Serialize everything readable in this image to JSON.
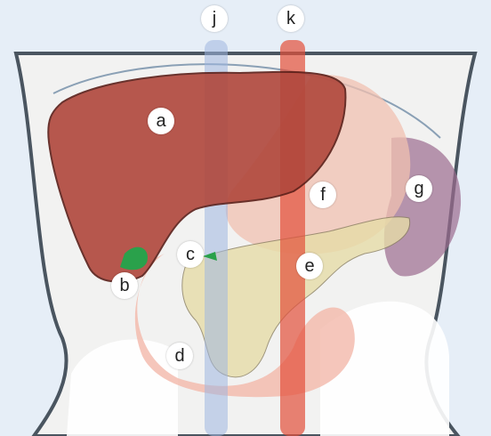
{
  "markers": {
    "a": "a",
    "b": "b",
    "c": "c",
    "d": "d",
    "e": "e",
    "f": "f",
    "g": "g",
    "j": "j",
    "k": "k"
  },
  "colors": {
    "background": "#e6eef7",
    "liver": "#b0473c",
    "gallbladder": "#2aa14b",
    "stomach": "#f0c0b0",
    "spleen": "#9b6b8e",
    "pancreas": "#e6dca8",
    "duodenum": "#f2b8aa",
    "vena_cava": "#9fb6e0",
    "aorta": "#e2503a"
  }
}
